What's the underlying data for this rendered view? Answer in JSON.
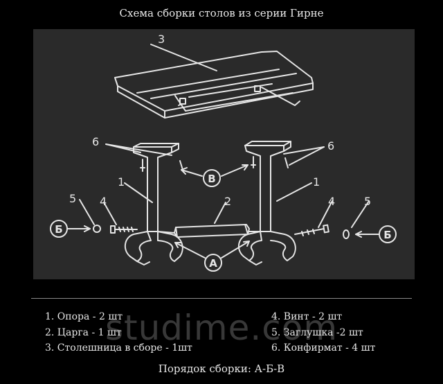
{
  "title": "Схема сборки столов из серии Гирне",
  "diagram": {
    "callouts": {
      "tabletop": "3",
      "confirmat_left": "6",
      "confirmat_right": "6",
      "support_left": "1",
      "support_right": "1",
      "plug_left": "5",
      "plug_right": "5",
      "screw_left": "4",
      "screw_right": "4",
      "apron": "2"
    },
    "steps": {
      "a": "А",
      "b_left": "Б",
      "b_right": "Б",
      "v": "В"
    }
  },
  "parts": {
    "left": [
      "1. Опора - 2 шт",
      "2. Царга - 1 шт",
      "3. Столешница в сборе - 1шт"
    ],
    "right": [
      "4. Винт - 2 шт",
      "5. Заглушка -2 шт",
      "6. Конфирмат - 4 шт"
    ]
  },
  "watermark": "studime.com",
  "assembly_order": "Порядок сборки: А-Б-В",
  "colors": {
    "background": "#000000",
    "panel": "#2a2a2a",
    "ink": "#e6e6e6"
  }
}
